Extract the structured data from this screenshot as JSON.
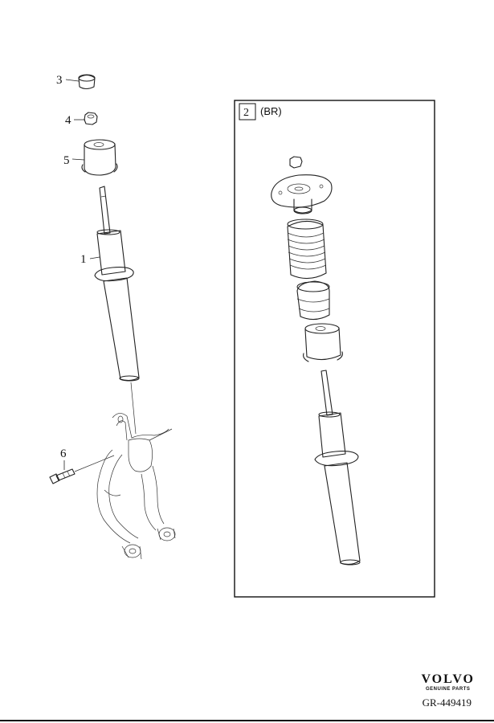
{
  "callouts": {
    "c1": "1",
    "c3": "3",
    "c4": "4",
    "c5": "5",
    "c6": "6"
  },
  "inset": {
    "number": "2",
    "label": "(BR)"
  },
  "brand": {
    "logo_text": "VOLVO",
    "sub_text": "GENUINE PARTS"
  },
  "reference": "GR-449419"
}
